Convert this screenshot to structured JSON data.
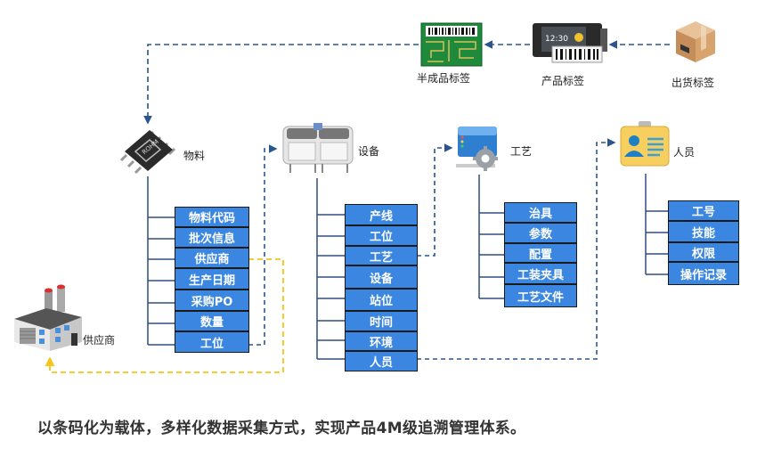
{
  "top_labels": {
    "semi_finished": "半成品标签",
    "product": "产品标签",
    "shipping": "出货标签"
  },
  "nodes": {
    "material": {
      "label": "物料",
      "icon": "chip-icon",
      "items": [
        "物料代码",
        "批次信息",
        "供应商",
        "生产日期",
        "采购PO",
        "数量",
        "工位"
      ]
    },
    "equipment": {
      "label": "设备",
      "icon": "smt-machine-icon",
      "items": [
        "产线",
        "工位",
        "工艺",
        "设备",
        "站位",
        "时间",
        "环境",
        "人员"
      ]
    },
    "process": {
      "label": "工艺",
      "icon": "monitor-gear-icon",
      "items": [
        "治具",
        "参数",
        "配置",
        "工装夹具",
        "工艺文件"
      ]
    },
    "personnel": {
      "label": "人员",
      "icon": "id-badge-icon",
      "items": [
        "工号",
        "技能",
        "权限",
        "操作记录"
      ]
    },
    "supplier": {
      "label": "供应商",
      "icon": "factory-icon"
    }
  },
  "caption": "以条码化为载体，多样化数据采集方式，实现产品4M级追溯管理体系。",
  "colors": {
    "cell_fill": "#3a86e0",
    "connector": "#2f4f7f",
    "dashed_blue": "#2a5590",
    "dashed_yellow": "#f5c518"
  }
}
